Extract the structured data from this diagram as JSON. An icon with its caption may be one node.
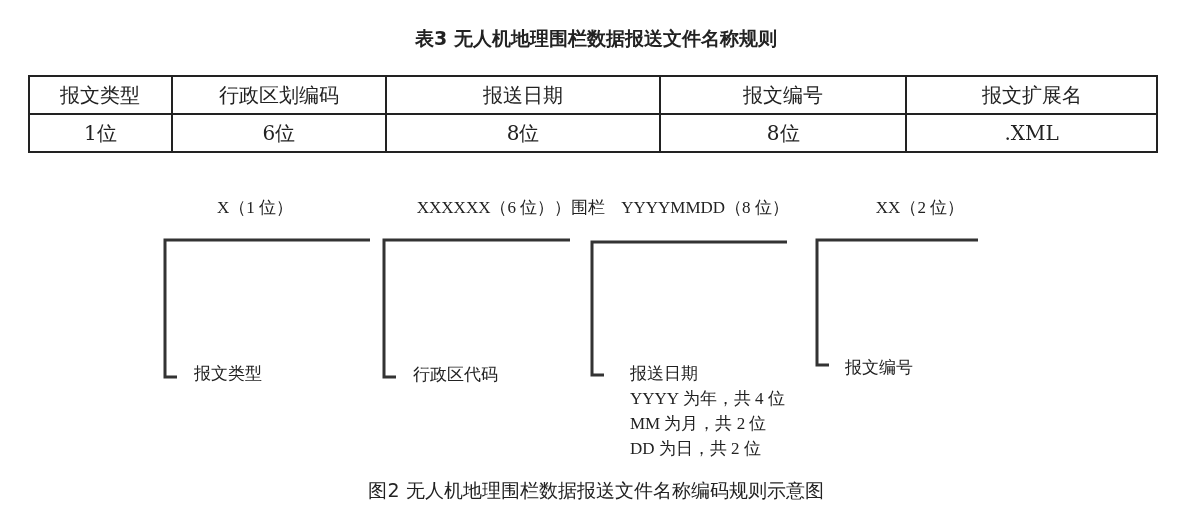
{
  "diagram": {
    "title": "表3 无人机地理围栏数据报送文件名称规则",
    "caption": "图2 无人机地理围栏数据报送文件名称编码规则示意图",
    "labels": [
      "报文类型",
      "行政区划编码",
      "报送日期",
      "报文编号",
      "报文扩展名",
      "1位",
      "6位",
      "8位",
      "8位",
      ".XML",
      "X（1 位）",
      "XXXXXX（6 位））围栏",
      "YYYYMMDD（8 位）",
      "XX（2 位）",
      "报文类型",
      "行政区代码",
      "报送日期",
      "YYYY 为年，共 4 位",
      "MM 为月，共 2 位",
      "DD 为日，共 2 位",
      "报文编号"
    ]
  }
}
